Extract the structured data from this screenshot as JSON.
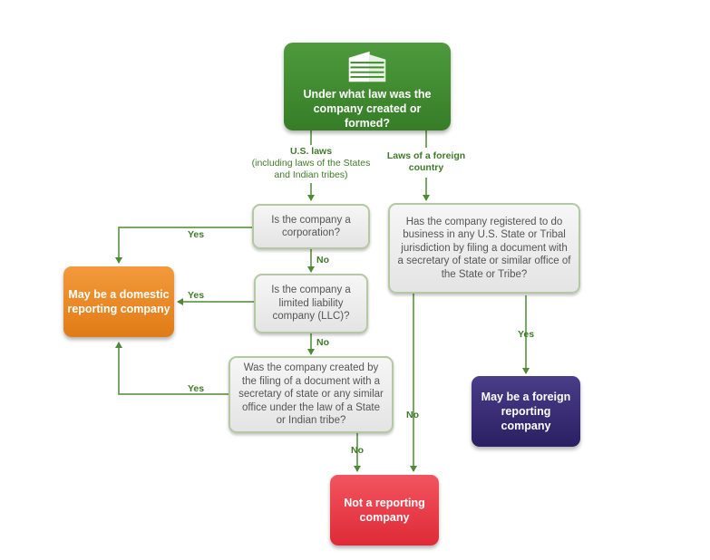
{
  "top": {
    "question": "Under what law was the company created or formed?",
    "icon": "building-icon"
  },
  "branches": {
    "us_title": "U.S. laws",
    "us_detail": "(including laws of the States and Indian tribes)",
    "foreign": "Laws of a foreign country"
  },
  "questions": {
    "corporation": "Is  the company a corporation?",
    "llc": "Is the company a limited liability company (LLC)?",
    "filing": "Was the company created by the filing of a document with a secretary of state or any similar office under the law of a State or Indian tribe?",
    "foreign_registered": "Has the company registered to do business in any U.S. State or Tribal jurisdiction by filing a document with a secretary of state or similar office of the State or Tribe?"
  },
  "outcomes": {
    "domestic": "May be a domestic reporting company",
    "foreign": "May be a foreign reporting company",
    "not_reporting": "Not a reporting company"
  },
  "edges": {
    "yes": "Yes",
    "no": "No"
  },
  "colors": {
    "green": "#3f8a2e",
    "orange": "#e88a27",
    "purple": "#35286f",
    "red": "#e8404a"
  }
}
